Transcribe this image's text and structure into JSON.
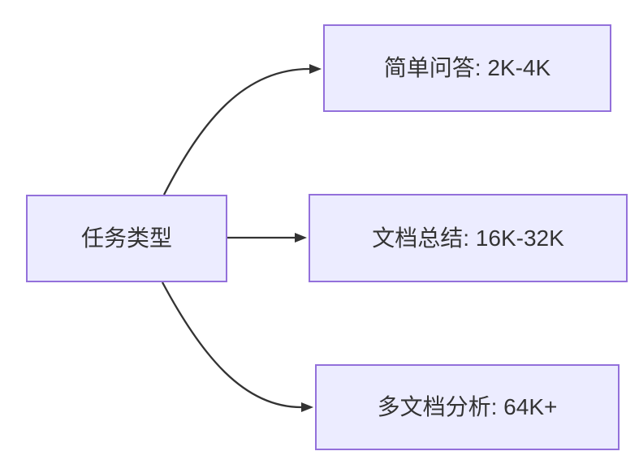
{
  "diagram": {
    "type": "flowchart-left-to-right",
    "root": {
      "label": "任务类型"
    },
    "children": [
      {
        "label": "简单问答: 2K-4K"
      },
      {
        "label": "文档总结: 16K-32K"
      },
      {
        "label": "多文档分析: 64K+"
      }
    ],
    "edges": [
      {
        "from": "任务类型",
        "to": "简单问答: 2K-4K"
      },
      {
        "from": "任务类型",
        "to": "文档总结: 16K-32K"
      },
      {
        "from": "任务类型",
        "to": "多文档分析: 64K+"
      }
    ],
    "colors": {
      "node_fill": "#ECECFF",
      "node_border": "#9370DB",
      "edge": "#333333",
      "text": "#333333",
      "background": "#FFFFFF"
    }
  }
}
